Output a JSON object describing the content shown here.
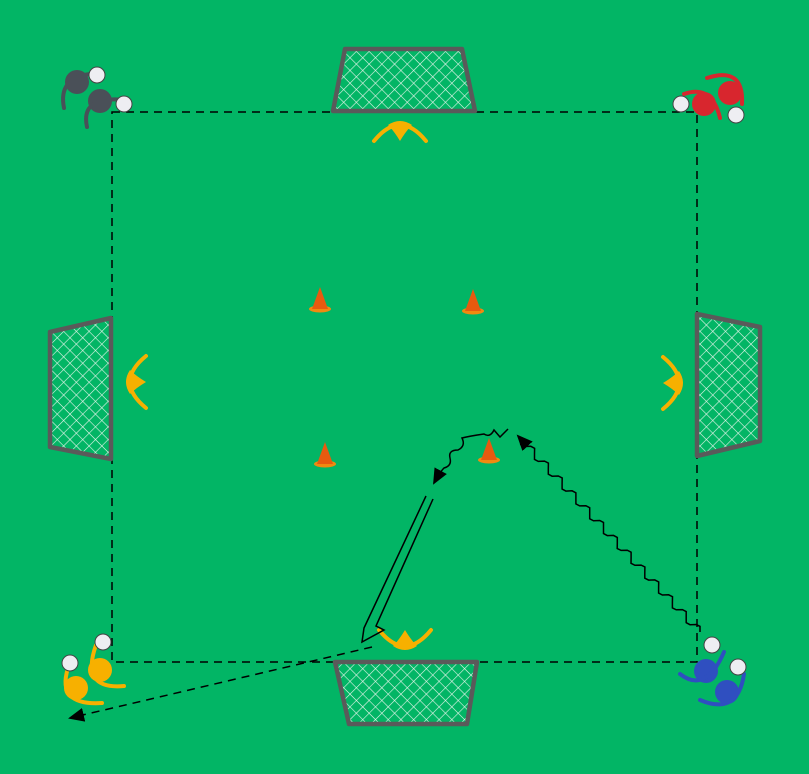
{
  "diagram": {
    "type": "soccer-drill",
    "colors": {
      "pitch": "#02b565",
      "goal_frame": "#5a5a5a",
      "goalkeeper": "#f7b000",
      "cone": "#e85a0f",
      "ball": "#eeeef2",
      "team_gray": "#4a5058",
      "team_red": "#d8262e",
      "team_yellow": "#f7b000",
      "team_blue": "#2f4fc0",
      "lines": "#000000"
    },
    "icons": [
      "goal-icon",
      "goalkeeper-icon",
      "cone-icon",
      "player-icon",
      "ball-icon",
      "dribble-arrow",
      "pass-arrow",
      "run-arrow"
    ]
  }
}
